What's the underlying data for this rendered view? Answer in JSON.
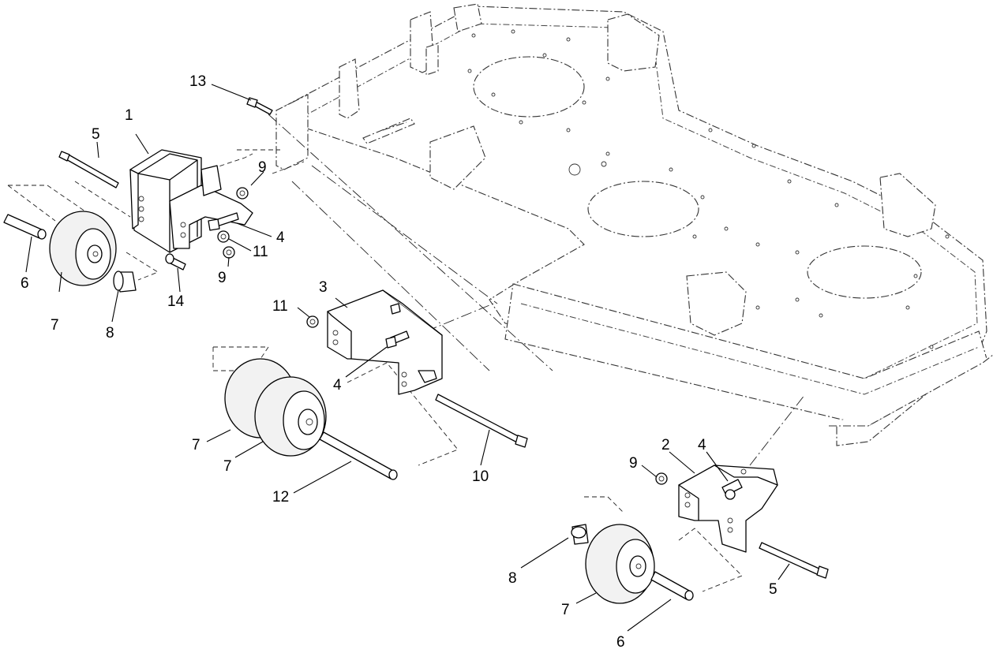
{
  "callouts": [
    {
      "id": "c1",
      "text": "1"
    },
    {
      "id": "c2",
      "text": "2"
    },
    {
      "id": "c3",
      "text": "3"
    },
    {
      "id": "c4a",
      "text": "4"
    },
    {
      "id": "c4b",
      "text": "4"
    },
    {
      "id": "c4c",
      "text": "4"
    },
    {
      "id": "c5a",
      "text": "5"
    },
    {
      "id": "c5b",
      "text": "5"
    },
    {
      "id": "c6a",
      "text": "6"
    },
    {
      "id": "c6b",
      "text": "6"
    },
    {
      "id": "c7a",
      "text": "7"
    },
    {
      "id": "c7b",
      "text": "7"
    },
    {
      "id": "c7c",
      "text": "7"
    },
    {
      "id": "c7d",
      "text": "7"
    },
    {
      "id": "c8a",
      "text": "8"
    },
    {
      "id": "c8b",
      "text": "8"
    },
    {
      "id": "c9a",
      "text": "9"
    },
    {
      "id": "c9b",
      "text": "9"
    },
    {
      "id": "c9c",
      "text": "9"
    },
    {
      "id": "c10",
      "text": "10"
    },
    {
      "id": "c11a",
      "text": "11"
    },
    {
      "id": "c11b",
      "text": "11"
    },
    {
      "id": "c12",
      "text": "12"
    },
    {
      "id": "c13",
      "text": "13"
    },
    {
      "id": "c14",
      "text": "14"
    }
  ]
}
